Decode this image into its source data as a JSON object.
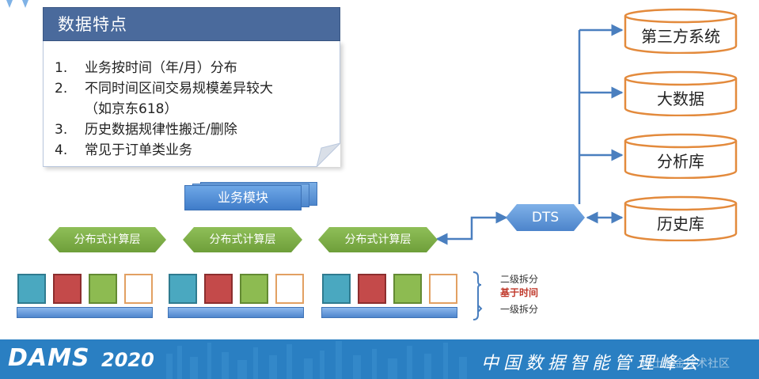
{
  "note": {
    "title": "数据特点",
    "items": [
      {
        "num": "1.",
        "text": "业务按时间（年/月）分布"
      },
      {
        "num": "2.",
        "text": "不同时间区间交易规模差异较大"
      },
      {
        "num": "",
        "text": "（如京东618）"
      },
      {
        "num": "3.",
        "text": "历史数据规律性搬迁/删除"
      },
      {
        "num": "4.",
        "text": "常见于订单类业务"
      }
    ]
  },
  "module_label": "业务模块",
  "compute_layers": [
    "分布式计算层",
    "分布式计算层",
    "分布式计算层"
  ],
  "dts_label": "DTS",
  "targets": [
    "第三方系统",
    "大数据",
    "分析库",
    "历史库"
  ],
  "legend": {
    "level2": "二级拆分",
    "basis": "基于时间",
    "level1": "一级拆分"
  },
  "footer": {
    "logo": "DAMS",
    "year": "2020",
    "title": "中国数据智能管理峰会",
    "watermark": "稀土掘金技术社区"
  },
  "colors": {
    "accent_blue": "#4a6a9c",
    "line_blue": "#4a7fbf",
    "cylinder_orange": "#e38a3c",
    "footer_blue": "#2a7fc2"
  }
}
